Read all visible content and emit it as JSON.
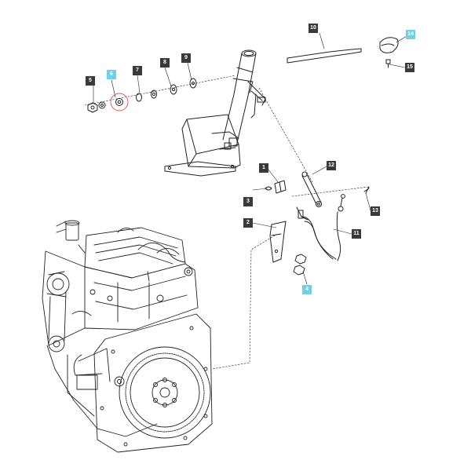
{
  "callouts": [
    {
      "id": "c1",
      "label": "1",
      "highlighted": false
    },
    {
      "id": "c2",
      "label": "2",
      "highlighted": false
    },
    {
      "id": "c3",
      "label": "3",
      "highlighted": false
    },
    {
      "id": "c4",
      "label": "4",
      "highlighted": true
    },
    {
      "id": "c5",
      "label": "5",
      "highlighted": false
    },
    {
      "id": "c6",
      "label": "6",
      "highlighted": true
    },
    {
      "id": "c7",
      "label": "7",
      "highlighted": false
    },
    {
      "id": "c8",
      "label": "8",
      "highlighted": false
    },
    {
      "id": "c9",
      "label": "9",
      "highlighted": false
    },
    {
      "id": "c10",
      "label": "10",
      "highlighted": false
    },
    {
      "id": "c11",
      "label": "11",
      "highlighted": false
    },
    {
      "id": "c12",
      "label": "12",
      "highlighted": false
    },
    {
      "id": "c13",
      "label": "13",
      "highlighted": false
    },
    {
      "id": "c14",
      "label": "14",
      "highlighted": true
    },
    {
      "id": "c15",
      "label": "15",
      "highlighted": false
    }
  ],
  "colors": {
    "callout_dark": "#3a3a3a",
    "callout_highlight": "#6fd0e8",
    "line_art": "#222222",
    "selection_circle": "#d9534f"
  }
}
